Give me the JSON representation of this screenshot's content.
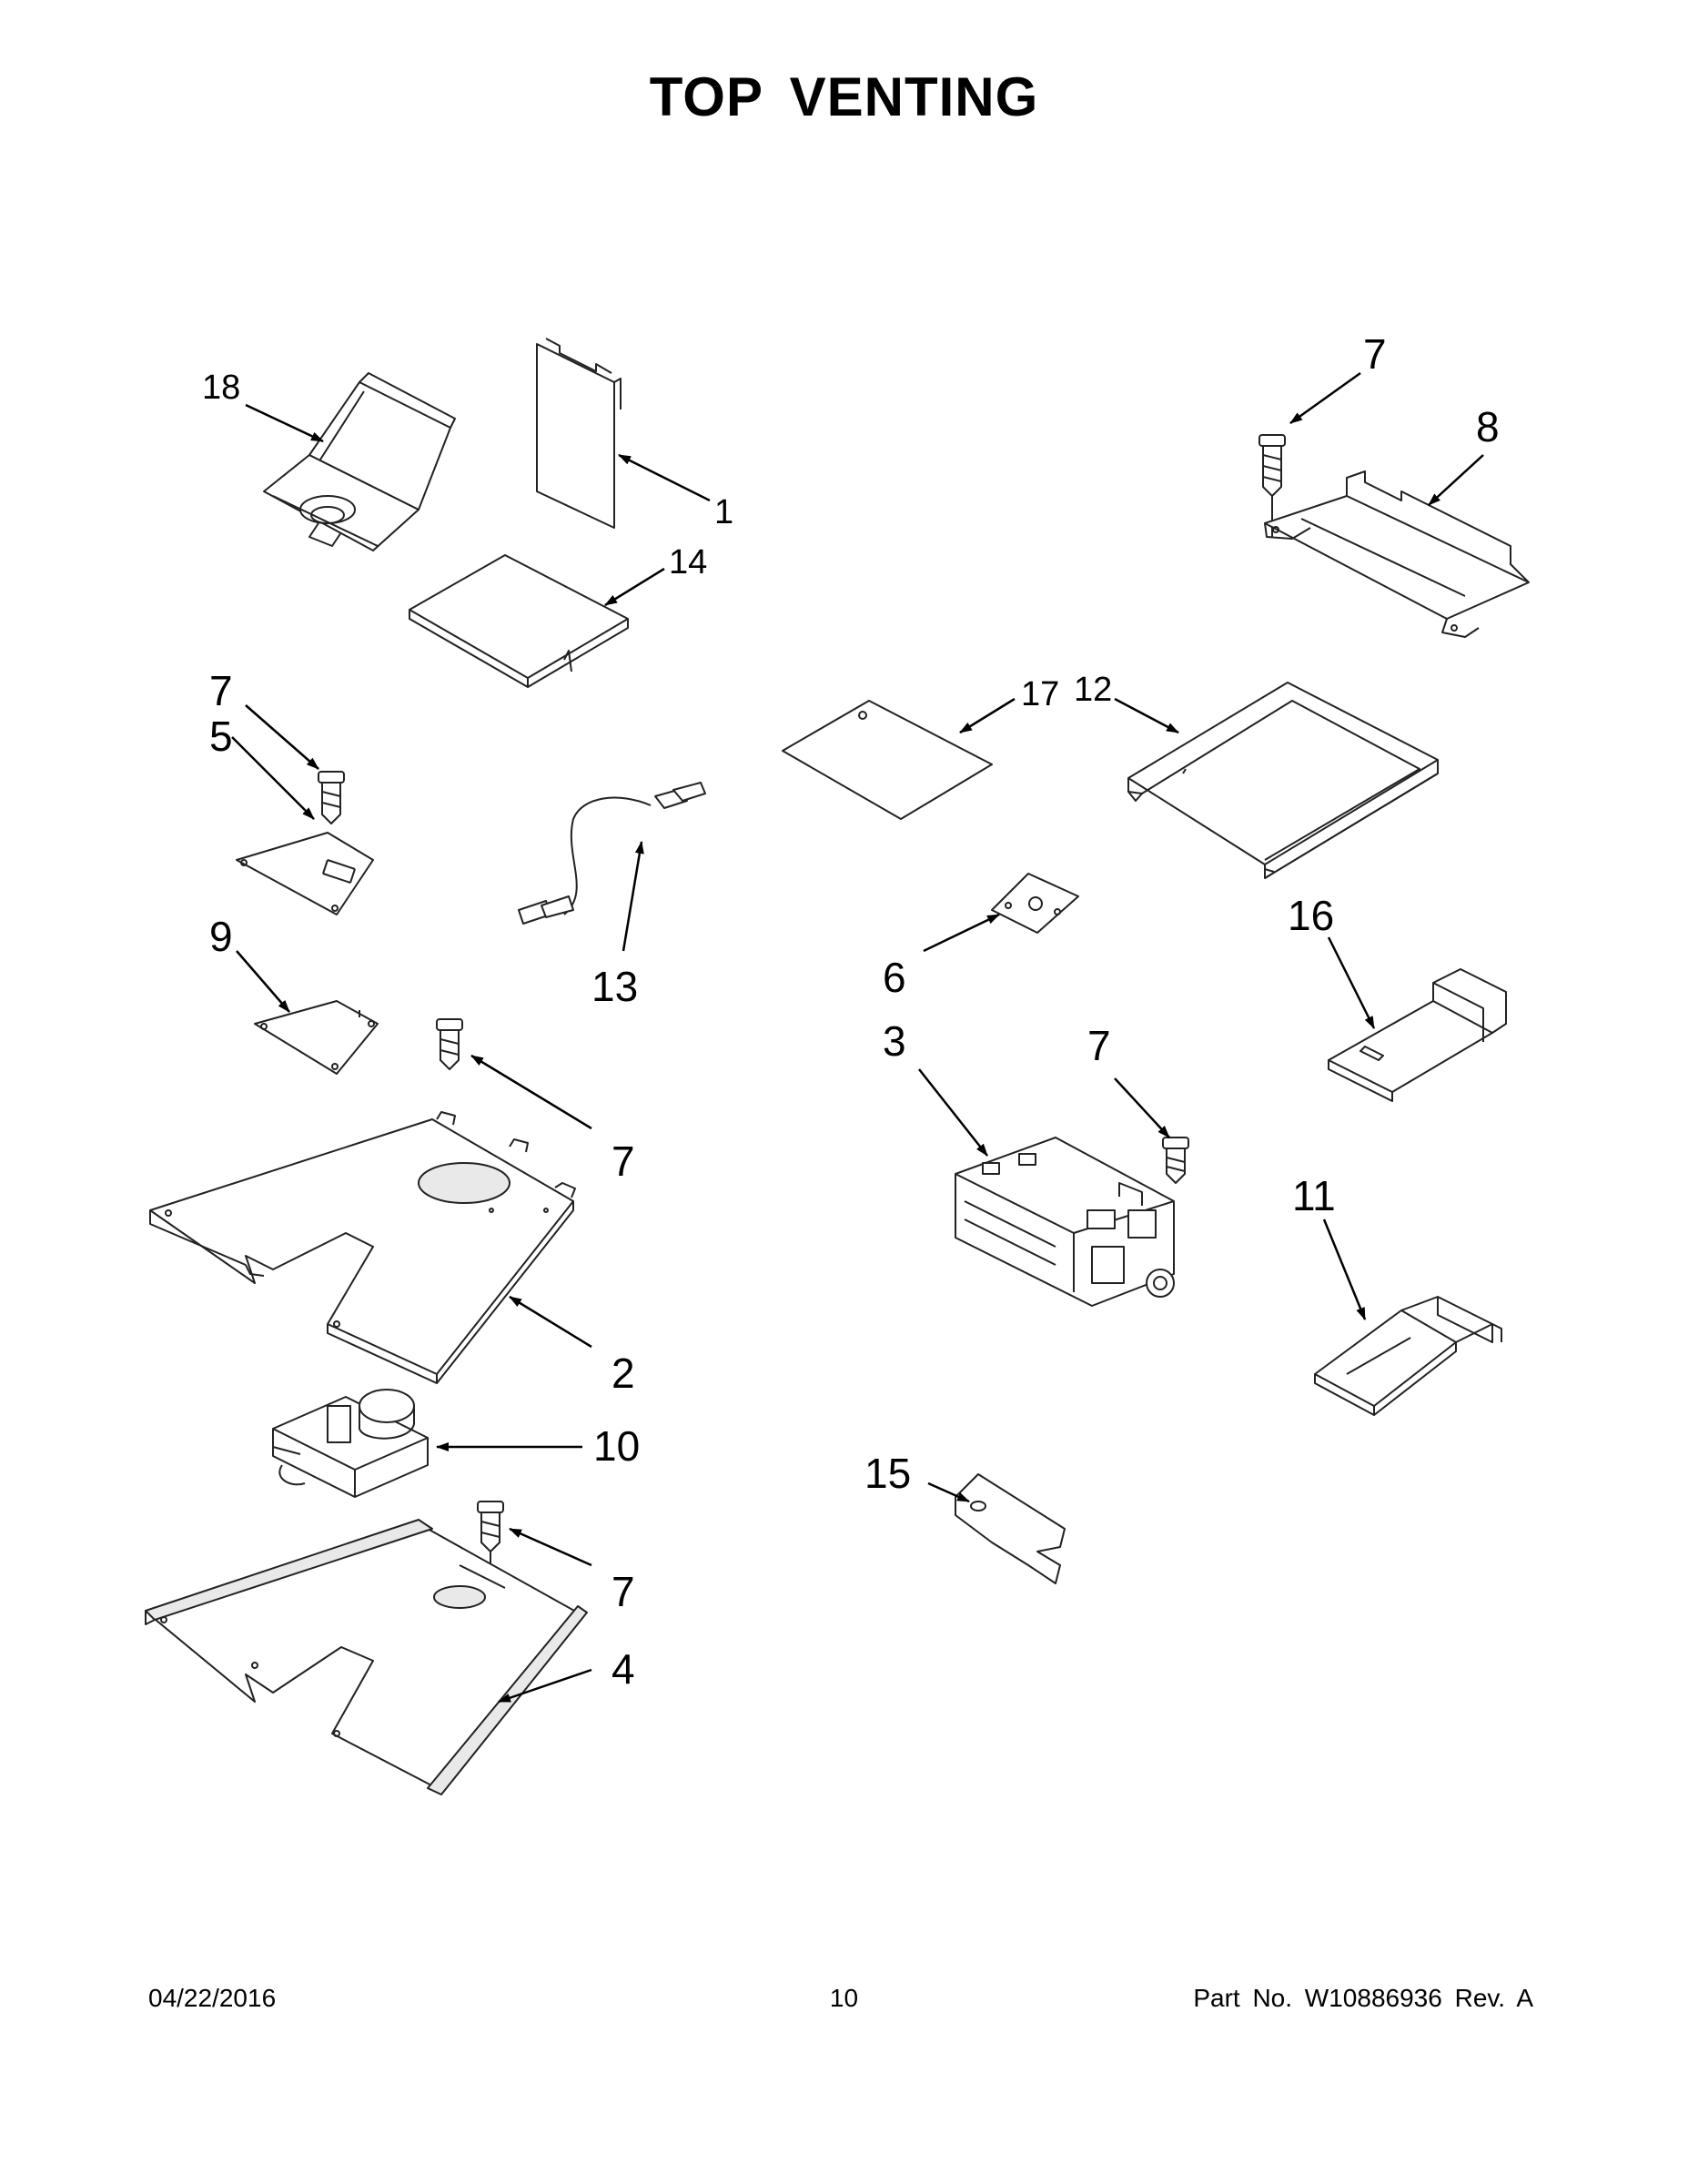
{
  "title": "TOP VENTING",
  "callouts": [
    {
      "id": "c18",
      "text": "18"
    },
    {
      "id": "c1",
      "text": "1"
    },
    {
      "id": "c14",
      "text": "14"
    },
    {
      "id": "c7a",
      "text": "7"
    },
    {
      "id": "c8",
      "text": "8"
    },
    {
      "id": "c7b",
      "text": "7"
    },
    {
      "id": "c5",
      "text": "5"
    },
    {
      "id": "c17",
      "text": "17"
    },
    {
      "id": "c12",
      "text": "12"
    },
    {
      "id": "c9",
      "text": "9"
    },
    {
      "id": "c13",
      "text": "13"
    },
    {
      "id": "c6",
      "text": "6"
    },
    {
      "id": "c16",
      "text": "16"
    },
    {
      "id": "c3",
      "text": "3"
    },
    {
      "id": "c7c",
      "text": "7"
    },
    {
      "id": "c7d",
      "text": "7"
    },
    {
      "id": "c2",
      "text": "2"
    },
    {
      "id": "c11",
      "text": "11"
    },
    {
      "id": "c10",
      "text": "10"
    },
    {
      "id": "c15",
      "text": "15"
    },
    {
      "id": "c7e",
      "text": "7"
    },
    {
      "id": "c4",
      "text": "4"
    }
  ],
  "footer": {
    "date": "04/22/2016",
    "page": "10",
    "part_number": "Part No.  W10886936  Rev.  A"
  }
}
